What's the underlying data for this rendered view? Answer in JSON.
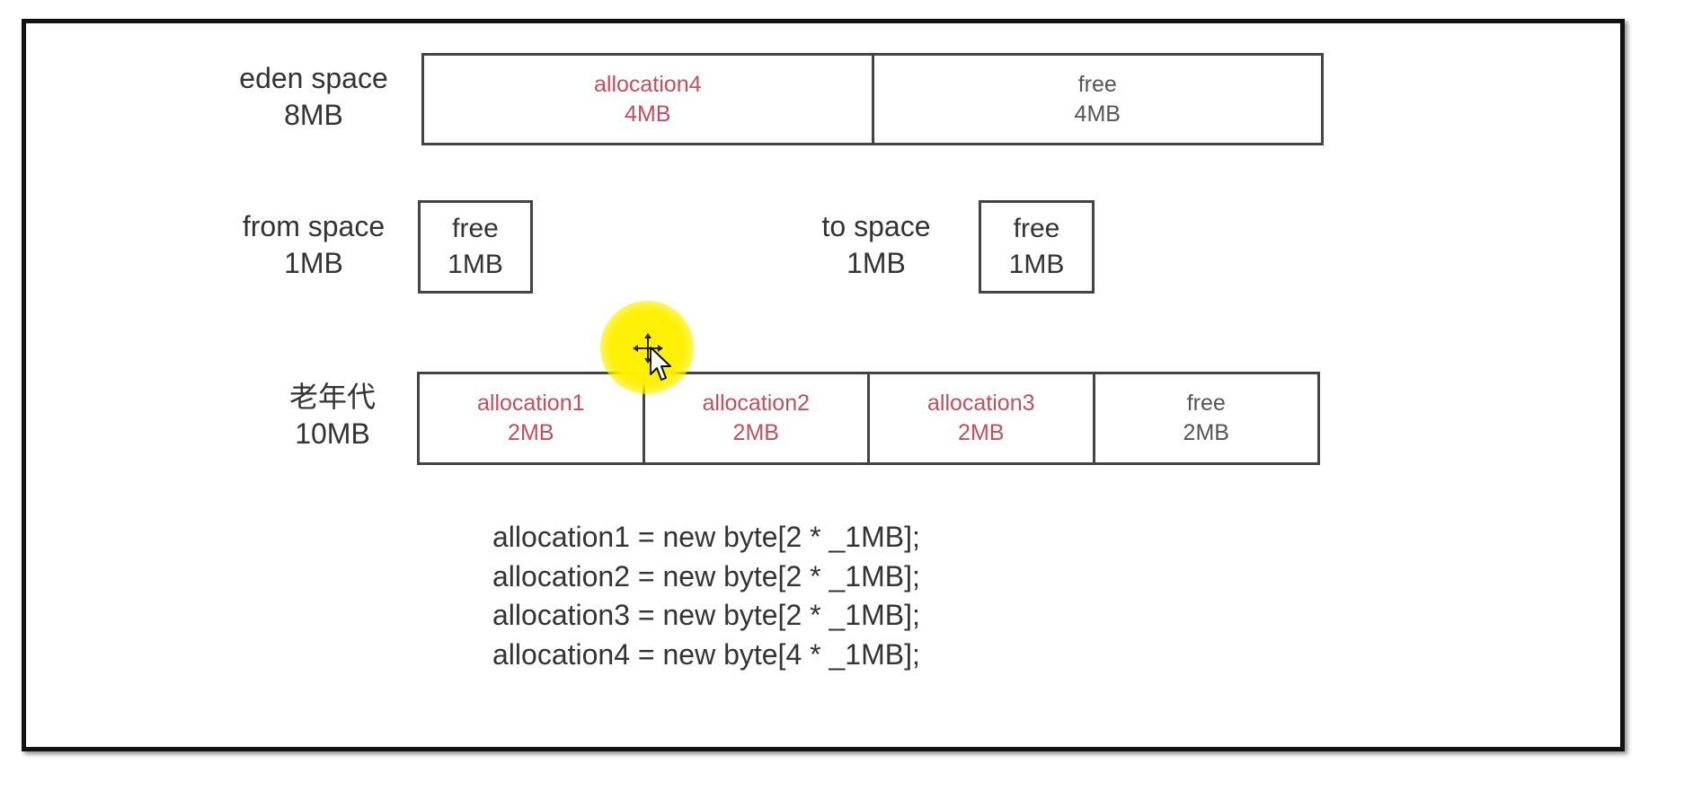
{
  "eden": {
    "label": "eden space",
    "size": "8MB",
    "cells": [
      {
        "name": "allocation4",
        "size": "4MB",
        "used": true
      },
      {
        "name": "free",
        "size": "4MB",
        "used": false
      }
    ]
  },
  "from": {
    "label": "from space",
    "size": "1MB",
    "cell": {
      "name": "free",
      "size": "1MB"
    }
  },
  "to": {
    "label": "to space",
    "size": "1MB",
    "cell": {
      "name": "free",
      "size": "1MB"
    }
  },
  "old": {
    "label": "老年代",
    "size": "10MB",
    "cells": [
      {
        "name": "allocation1",
        "size": "2MB",
        "used": true
      },
      {
        "name": "allocation2",
        "size": "2MB",
        "used": true
      },
      {
        "name": "allocation3",
        "size": "2MB",
        "used": true
      },
      {
        "name": "free",
        "size": "2MB",
        "used": false
      }
    ]
  },
  "code": [
    "allocation1 = new byte[2 * _1MB];",
    "allocation2 = new byte[2 * _1MB];",
    "allocation3 = new byte[2 * _1MB];",
    "allocation4 = new byte[4 * _1MB];"
  ],
  "colors": {
    "allocated_text": "#c0505e",
    "free_text": "#555555",
    "cursor_highlight": "#fff000"
  },
  "icons": {
    "cursor": "move-cursor-icon"
  }
}
